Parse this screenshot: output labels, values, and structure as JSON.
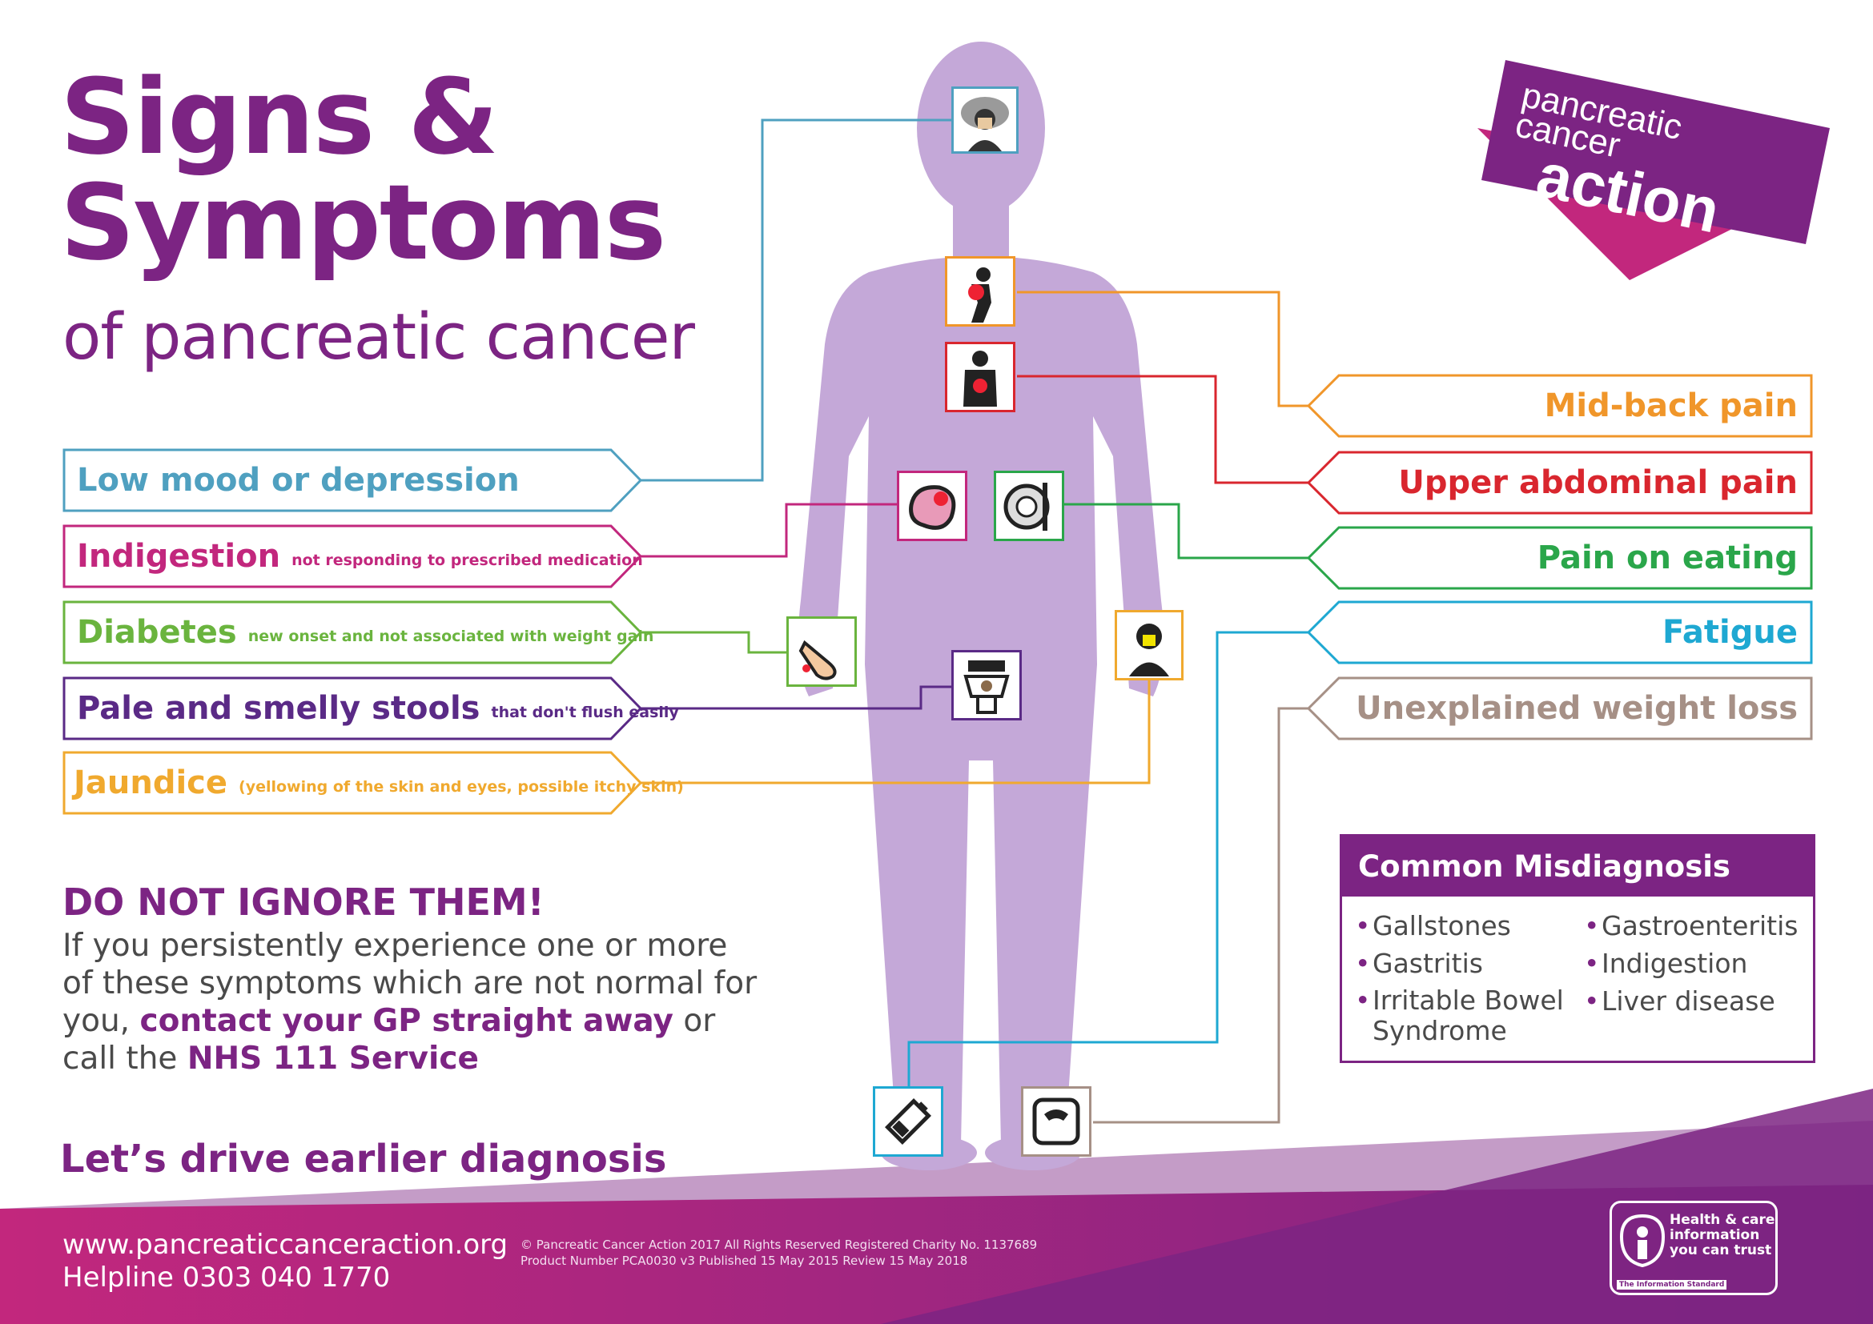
{
  "title": {
    "line1": "Signs &",
    "line2": "Symptoms",
    "subtitle": "of pancreatic cancer"
  },
  "logo": {
    "line1": "pancreatic",
    "line2": "cancer",
    "line3": "action"
  },
  "left_symptoms": [
    {
      "label": "Low mood or depression",
      "note": "",
      "color": "#4fa0c0"
    },
    {
      "label": "Indigestion",
      "note": "not responding to prescribed medication",
      "color": "#c2277d"
    },
    {
      "label": "Diabetes",
      "note": "new onset and not associated with weight gain",
      "color": "#6ab43e"
    },
    {
      "label": "Pale and smelly stools",
      "note": "that don't flush easily",
      "color": "#5a2a86"
    },
    {
      "label": "Jaundice",
      "note": "(yellowing of the skin and eyes, possible itchy skin)",
      "color": "#f0a92e"
    }
  ],
  "right_symptoms": [
    {
      "label": "Mid-back pain",
      "color": "#f0962a"
    },
    {
      "label": "Upper abdominal pain",
      "color": "#d9262e"
    },
    {
      "label": "Pain on eating",
      "color": "#2aa64a"
    },
    {
      "label": "Fatigue",
      "color": "#1ea8d2"
    },
    {
      "label": "Unexplained weight loss",
      "color": "#a69086"
    }
  ],
  "warning": {
    "title": "DO NOT IGNORE THEM!",
    "body1": "If you persistently experience one or more of these symptoms which are not normal for you,",
    "highlight1": "contact your GP straight away",
    "body2": "or call the",
    "highlight2": "NHS 111 Service"
  },
  "slogan": "Let’s drive earlier diagnosis",
  "misdiagnosis": {
    "title": "Common Misdiagnosis",
    "col1": [
      "Gallstones",
      "Gastritis",
      "Irritable Bowel Syndrome"
    ],
    "col2": [
      "Gastroenteritis",
      "Indigestion",
      "Liver disease"
    ]
  },
  "footer": {
    "url": "www.pancreaticcanceraction.org",
    "helpline": "Helpline 0303 040 1770",
    "legal1": "© Pancreatic Cancer Action 2017  All Rights Reserved  Registered Charity No. 1137689",
    "legal2": "Product Number PCA0030 v3  Published 15 May 2015  Review 15 May 2018"
  },
  "info_standard": {
    "l1": "Health & care",
    "l2": "information",
    "l3": "you can trust",
    "small": "The Information Standard"
  },
  "colors": {
    "purple": "#7c2483",
    "magenta": "#c2277d",
    "body": "#c4a8d8"
  },
  "icons": [
    "depression-icon",
    "back-pain-icon",
    "abdominal-pain-icon",
    "indigestion-icon",
    "pain-on-eating-icon",
    "diabetes-icon",
    "jaundice-icon",
    "stools-icon",
    "fatigue-icon",
    "weight-loss-icon"
  ]
}
